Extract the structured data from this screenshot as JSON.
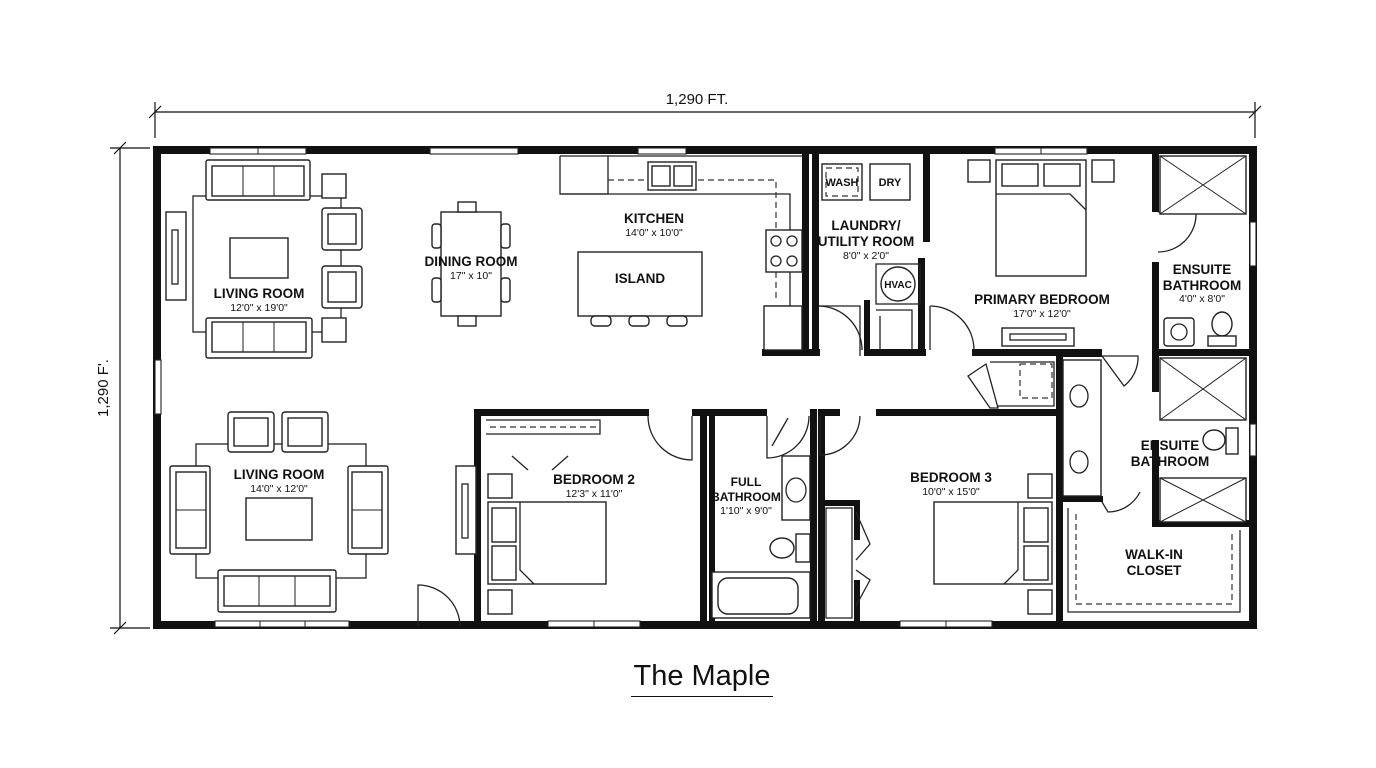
{
  "dimensions": {
    "width_label": "1,290 FT.",
    "height_label": "1,290 F'."
  },
  "title": "The Maple",
  "rooms": {
    "living_room_1": {
      "name": "LIVING ROOM",
      "dims": "12'0\" x 19'0\""
    },
    "dining_room": {
      "name": "DINING ROOM",
      "dims": "17\" x 10\""
    },
    "kitchen": {
      "name": "KITCHEN",
      "dims": "14'0\" x 10'0\""
    },
    "laundry": {
      "name_line1": "LAUNDRY/",
      "name_line2": "UTILITY ROOM",
      "dims": "8'0\" x 2'0\""
    },
    "primary_bedroom": {
      "name": "PRIMARY BEDROOM",
      "dims": "17'0\" x 12'0\""
    },
    "ensuite_bathroom_1": {
      "name_line1": "ENSUITE",
      "name_line2": "BATHROOM",
      "dims": "4'0\" x 8'0\""
    },
    "living_room_2": {
      "name": "LIVING ROOM",
      "dims": "14'0\" x 12'0\""
    },
    "bedroom_2": {
      "name": "BEDROOM 2",
      "dims": "12'3\" x 11'0\""
    },
    "full_bathroom": {
      "name_line1": "FULL",
      "name_line2": "BATHROOM",
      "dims": "1'10\" x 9'0\""
    },
    "bedroom_3": {
      "name": "BEDROOM 3",
      "dims": "10'0\" x 15'0\""
    },
    "ensuite_bathroom_2": {
      "name_line1": "ENSUITE",
      "name_line2": "BATHROOM"
    },
    "walk_in_closet": {
      "name_line1": "WALK-IN",
      "name_line2": "CLOSET"
    }
  },
  "fixtures": {
    "island": "ISLAND",
    "washer": "WASH",
    "dryer": "DRY",
    "hvac": "HVAC"
  }
}
